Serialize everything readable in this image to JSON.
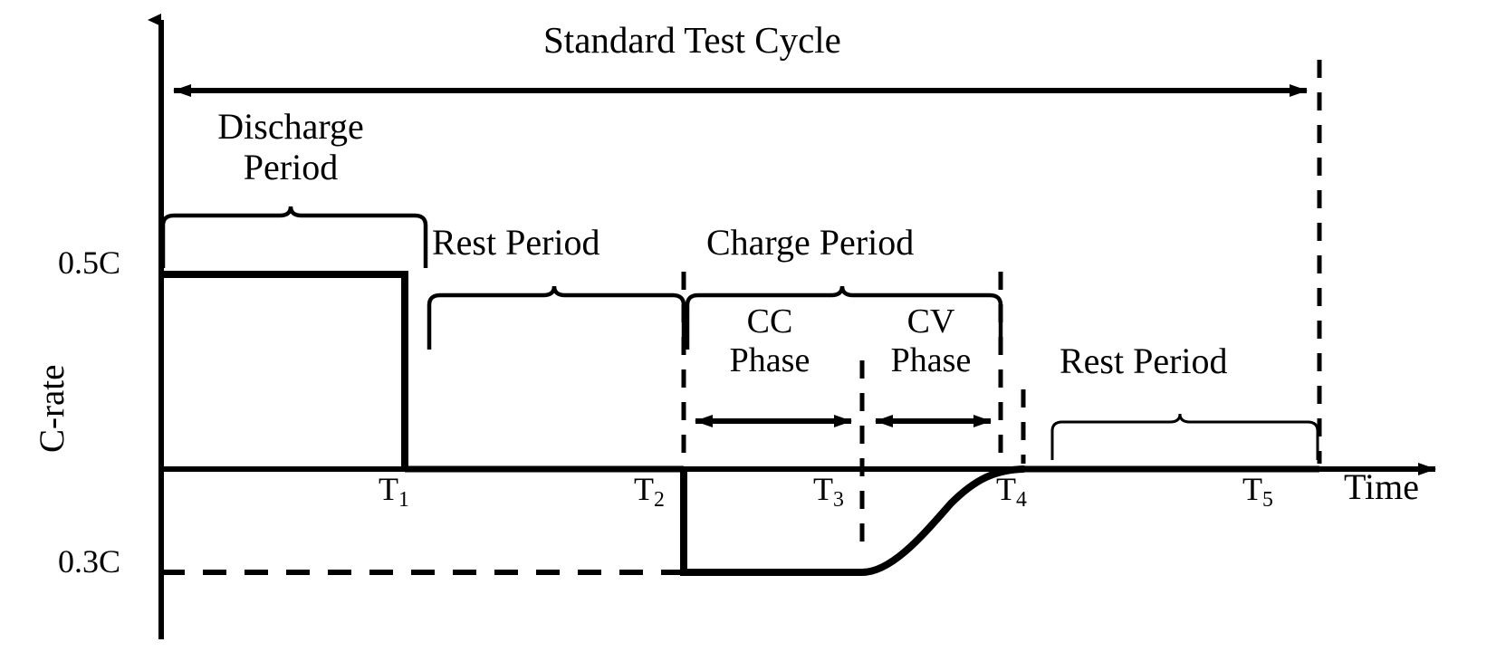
{
  "figure": {
    "title": "Standard Test Cycle",
    "axes": {
      "y_label": "C-rate",
      "x_label": "Time",
      "y_ticks": [
        {
          "label": "0.5C",
          "value": 0.5
        },
        {
          "label": "0.3C",
          "value": -0.3
        }
      ],
      "x_ticks": [
        {
          "base": "T",
          "sub": "1"
        },
        {
          "base": "T",
          "sub": "2"
        },
        {
          "base": "T",
          "sub": "3"
        },
        {
          "base": "T",
          "sub": "4"
        },
        {
          "base": "T",
          "sub": "5"
        }
      ]
    },
    "periods": {
      "discharge": {
        "line1": "Discharge",
        "line2": "Period"
      },
      "rest_1": "Rest Period",
      "charge": "Charge Period",
      "rest_2": "Rest Period"
    },
    "phases": {
      "cc": {
        "line1": "CC",
        "line2": "Phase"
      },
      "cv": {
        "line1": "CV",
        "line2": "Phase"
      }
    },
    "colors": {
      "stroke": "#000000",
      "background": "#ffffff"
    }
  },
  "chart_data": {
    "type": "line",
    "title": "Standard Test Cycle",
    "xlabel": "Time",
    "ylabel": "C-rate",
    "x_tick_labels": [
      "T1",
      "T2",
      "T3",
      "T4",
      "T5"
    ],
    "y_tick_labels": [
      "0.5C",
      "0.3C"
    ],
    "ylim": [
      -0.42,
      0.72
    ],
    "grid": false,
    "legend": "none",
    "series": [
      {
        "name": "C-rate profile",
        "points": [
          {
            "t": "0",
            "c_rate": 0.5,
            "note": "discharge at 0.5C begins"
          },
          {
            "t": "T1",
            "c_rate": 0.5,
            "note": "discharge ends"
          },
          {
            "t": "T1",
            "c_rate": 0.0,
            "note": "step down to rest"
          },
          {
            "t": "T2",
            "c_rate": 0.0,
            "note": "rest period ends"
          },
          {
            "t": "T2",
            "c_rate": -0.3,
            "note": "step down to 0.3C charge (CC)"
          },
          {
            "t": "T3",
            "c_rate": -0.3,
            "note": "CC phase ends"
          },
          {
            "t": "T4",
            "c_rate": 0.0,
            "note": "CV phase exponential taper to 0"
          },
          {
            "t": "T5",
            "c_rate": 0.0,
            "note": "final rest period ends"
          }
        ]
      }
    ],
    "annotations": [
      {
        "label": "Standard Test Cycle",
        "span": [
          "0",
          "T5"
        ],
        "style": "double-arrow"
      },
      {
        "label": "Discharge Period",
        "span": [
          "0",
          "T1"
        ],
        "style": "brace"
      },
      {
        "label": "Rest Period",
        "span": [
          "T1",
          "T2"
        ],
        "style": "brace"
      },
      {
        "label": "Charge Period",
        "span": [
          "T2",
          "T4"
        ],
        "style": "brace"
      },
      {
        "label": "CC Phase",
        "span": [
          "T2",
          "T3"
        ],
        "style": "double-arrow"
      },
      {
        "label": "CV Phase",
        "span": [
          "T3",
          "T4"
        ],
        "style": "double-arrow"
      },
      {
        "label": "Rest Period",
        "span": [
          "T4",
          "T5"
        ],
        "style": "brace"
      }
    ]
  }
}
